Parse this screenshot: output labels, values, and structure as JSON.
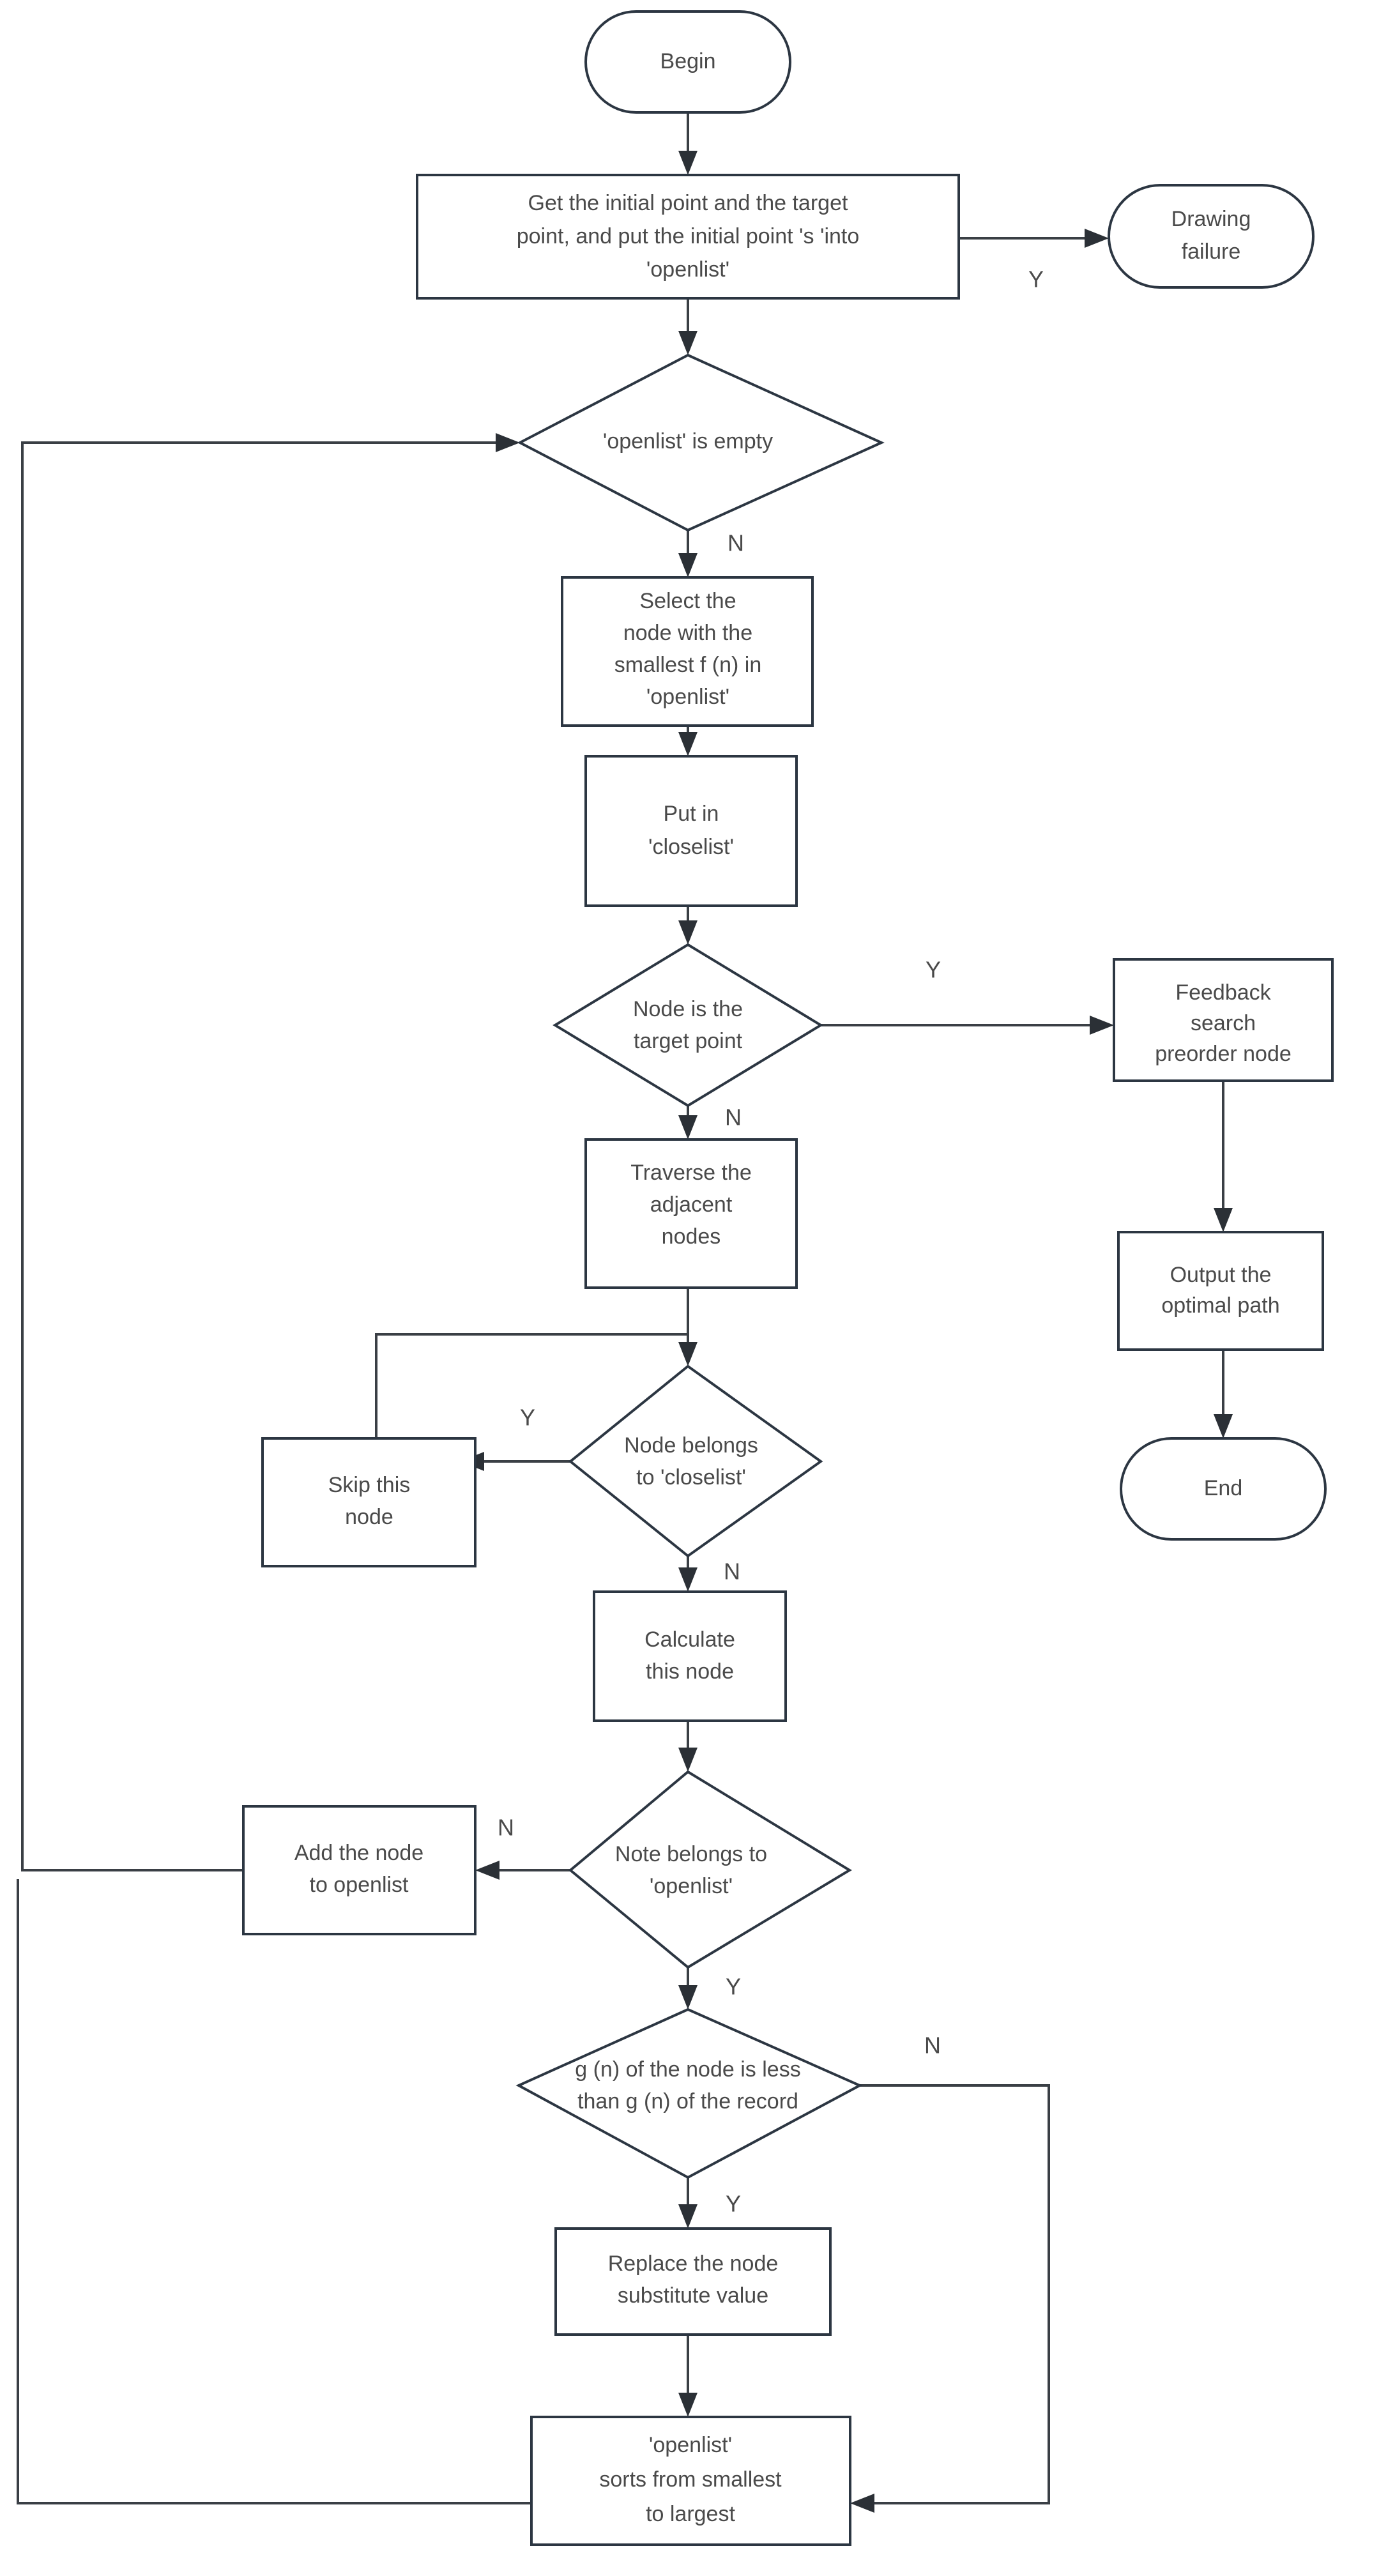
{
  "diagram": {
    "title": "A* path planning algorithm flowchart",
    "colors": {
      "background": "#ffffff",
      "shape_stroke": "#2c3642",
      "connector_stroke": "#3a3f45",
      "text": "#4a4a4a"
    },
    "nodes": [
      {
        "id": "begin",
        "shape": "terminator",
        "lines": [
          "Begin"
        ]
      },
      {
        "id": "init",
        "shape": "process",
        "lines": [
          "Get the initial point and the target",
          "point, and put the initial point 's 'into",
          "'openlist'"
        ]
      },
      {
        "id": "drawfail",
        "shape": "terminator",
        "lines": [
          "Drawing",
          "failure"
        ]
      },
      {
        "id": "openempty",
        "shape": "decision",
        "lines": [
          "'openlist' is empty"
        ]
      },
      {
        "id": "selectmin",
        "shape": "process",
        "lines": [
          "Select the",
          "node with the",
          "smallest f (n) in",
          "'openlist'"
        ]
      },
      {
        "id": "putclose",
        "shape": "process",
        "lines": [
          "Put in",
          "'closelist'"
        ]
      },
      {
        "id": "istarget",
        "shape": "decision",
        "lines": [
          "Node is the",
          "target point"
        ]
      },
      {
        "id": "feedback",
        "shape": "process",
        "lines": [
          "Feedback",
          "search",
          "preorder node"
        ]
      },
      {
        "id": "outputpath",
        "shape": "process",
        "lines": [
          "Output the",
          "optimal path"
        ]
      },
      {
        "id": "end",
        "shape": "terminator",
        "lines": [
          "End"
        ]
      },
      {
        "id": "traverse",
        "shape": "process",
        "lines": [
          "Traverse the",
          "adjacent",
          "nodes"
        ]
      },
      {
        "id": "inclose",
        "shape": "decision",
        "lines": [
          "Node belongs",
          "to 'closelist'"
        ]
      },
      {
        "id": "skipnode",
        "shape": "process",
        "lines": [
          "Skip this",
          "node"
        ]
      },
      {
        "id": "calcnode",
        "shape": "process",
        "lines": [
          "Calculate",
          "this node"
        ]
      },
      {
        "id": "inopen",
        "shape": "decision",
        "lines": [
          "Note belongs to",
          "'openlist'"
        ]
      },
      {
        "id": "addopen",
        "shape": "process",
        "lines": [
          "Add the node",
          "to openlist"
        ]
      },
      {
        "id": "gcompare",
        "shape": "decision",
        "lines": [
          "g (n) of the node is less",
          "than g (n) of the record"
        ]
      },
      {
        "id": "replaceval",
        "shape": "process",
        "lines": [
          "Replace the node",
          "substitute value"
        ]
      },
      {
        "id": "sortopen",
        "shape": "process",
        "lines": [
          "'openlist'",
          "sorts from smallest",
          "to largest"
        ]
      }
    ],
    "edge_labels": [
      {
        "id": "lbl-init-drawfail",
        "text": "Y"
      },
      {
        "id": "lbl-openempty-n",
        "text": "N"
      },
      {
        "id": "lbl-istarget-y",
        "text": "Y"
      },
      {
        "id": "lbl-istarget-n",
        "text": "N"
      },
      {
        "id": "lbl-inclose-y",
        "text": "Y"
      },
      {
        "id": "lbl-inclose-n",
        "text": "N"
      },
      {
        "id": "lbl-inopen-n",
        "text": "N"
      },
      {
        "id": "lbl-inopen-y",
        "text": "Y"
      },
      {
        "id": "lbl-gcompare-n",
        "text": "N"
      },
      {
        "id": "lbl-gcompare-y",
        "text": "Y"
      }
    ]
  }
}
